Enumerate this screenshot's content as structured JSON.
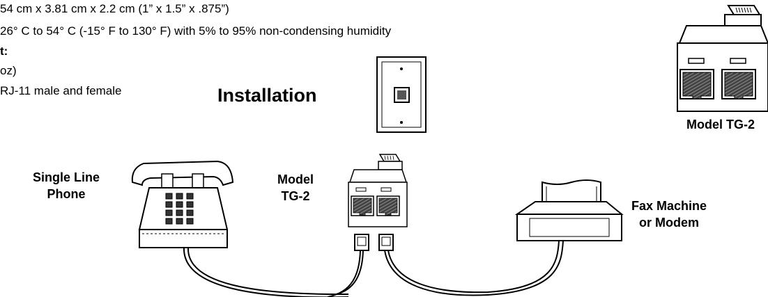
{
  "specs": {
    "dimensions": "54 cm x  3.81 cm x 2.2 cm (1” x 1.5” x .875”)",
    "temperature": "26° C to 54° C (-15° F to 130° F) with 5% to 95% non-condensing humidity",
    "weight_heading": "t:",
    "weight_value": " oz)",
    "connectors": "RJ-11 male and female"
  },
  "installation": {
    "heading": "Installation"
  },
  "labels": {
    "model_top": "Model TG-2",
    "model_center_line1": "Model",
    "model_center_line2": "TG-2",
    "phone_line1": "Single Line",
    "phone_line2": "Phone",
    "fax_line1": "Fax Machine",
    "fax_line2": "or Modem"
  }
}
